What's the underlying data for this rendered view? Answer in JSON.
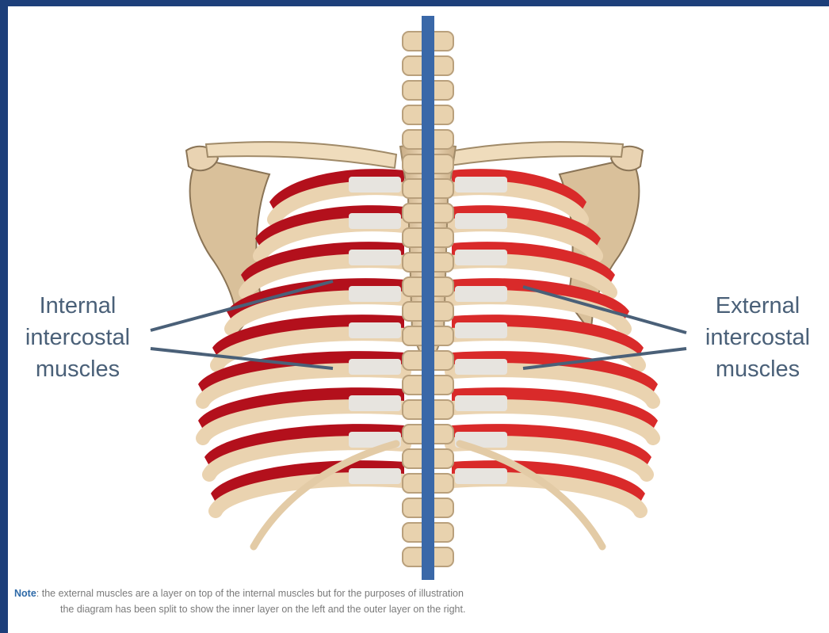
{
  "labels": {
    "left": [
      "Internal",
      "intercostal",
      "muscles"
    ],
    "right": [
      "External",
      "intercostal",
      "muscles"
    ]
  },
  "note": {
    "key": "Note",
    "line1": ": the external muscles are a layer on top of the internal muscles but for the purposes of illustration",
    "line2": "the diagram has been split to show the inner layer on the left and the outer layer on the right."
  },
  "colors": {
    "frame": "#1d3f7a",
    "divider": "#3a68a8",
    "bone": "#ead3b0",
    "bone_shadow": "#b9a07c",
    "internal_muscle": "#b3101c",
    "external_muscle": "#d92a2a",
    "cartilage": "#e7e4df",
    "leader_line": "#4a6078"
  }
}
